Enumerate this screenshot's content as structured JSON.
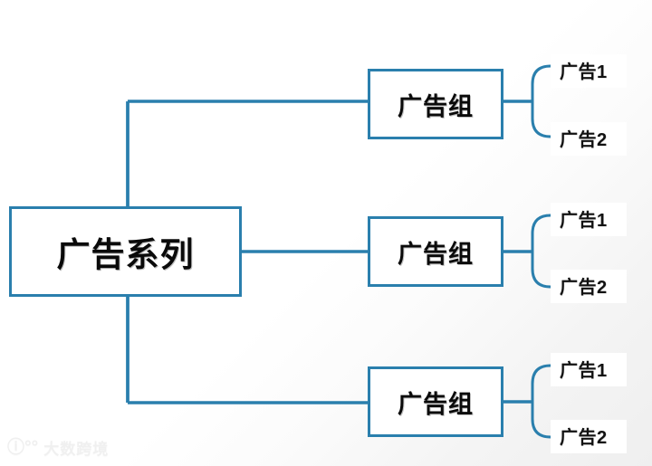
{
  "diagram": {
    "type": "tree",
    "orientation": "left-to-right",
    "colors": {
      "connector": "#2a7fad",
      "node_border": "#2a7fad",
      "node_fill": "#ffffff",
      "text": "#0a0a0a",
      "background": "#ffffff"
    },
    "root": {
      "label": "广告系列"
    },
    "branches": [
      {
        "group_label": "广告组",
        "leaves": [
          {
            "label": "广告1"
          },
          {
            "label": "广告2"
          }
        ]
      },
      {
        "group_label": "广告组",
        "leaves": [
          {
            "label": "广告1"
          },
          {
            "label": "广告2"
          }
        ]
      },
      {
        "group_label": "广告组",
        "leaves": [
          {
            "label": "广告1"
          },
          {
            "label": "广告2"
          }
        ]
      }
    ]
  },
  "watermark": {
    "mark": "ⓘ°°",
    "text": "大数跨境"
  }
}
